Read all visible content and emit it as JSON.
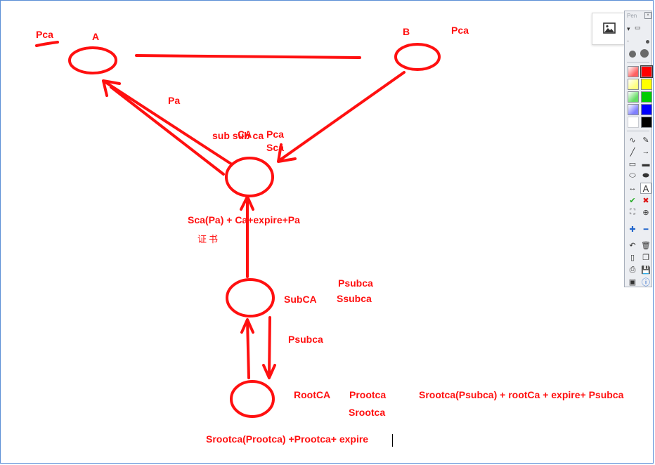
{
  "labels": {
    "pca_a": "Pca",
    "a": "A",
    "b": "B",
    "pca_b": "Pca",
    "pa": "Pa",
    "sub_sub_ca": "sub sub ca",
    "ca": "CA",
    "pca_ca": "Pca",
    "sca": "Sca",
    "sca_pa": "Sca(Pa)  + Ca+expire+Pa",
    "certificate": "证书",
    "psubca": "Psubca",
    "subca": "SubCA",
    "ssubca": "Ssubca",
    "psubca_arrow": "Psubca",
    "rootca": "RootCA",
    "prootca": "Prootca",
    "srootca": "Srootca",
    "srootca_psubca": "Srootca(Psubca)  + rootCa + expire+ Psubca",
    "srootca_prootca": "Srootca(Prootca) +Prootca+ expire"
  },
  "colors": {
    "ink": "#ff1010",
    "frame": "#5b8fd6",
    "toolbar_bg": "#eceef2"
  },
  "toolbar": {
    "header_text": "Pen",
    "palette": [
      "#ff6060",
      "#ff0000",
      "#ffff80",
      "#ffff00",
      "#66dd66",
      "#00cc00",
      "#8080ff",
      "#0000ff",
      "#ffffff",
      "#000000"
    ],
    "tools": [
      "freehand-icon",
      "eraser-icon",
      "line-icon",
      "arrow-icon",
      "rectangle-icon",
      "filled-rectangle-icon",
      "ellipse-icon",
      "filled-ellipse-icon",
      "double-arrow-icon",
      "text-icon",
      "check-icon",
      "cross-icon",
      "crop-icon",
      "zoom-icon",
      "zoom-in-icon",
      "zoom-out-icon",
      "undo-icon",
      "delete-icon",
      "new-page-icon",
      "copy-icon",
      "print-icon",
      "save-icon",
      "screen-icon",
      "info-icon"
    ],
    "tool_glyphs": [
      "∿",
      "✎",
      "╱",
      "→",
      "▭",
      "▬",
      "⬭",
      "⬬",
      "↔",
      "A",
      "✔",
      "✖",
      "⛶",
      "⊕",
      "✚",
      "━",
      "↶",
      "🗑",
      "▯",
      "❐",
      "⎙",
      "💾",
      "▣",
      "ⓘ"
    ]
  },
  "insert_image_icon": "image-icon"
}
